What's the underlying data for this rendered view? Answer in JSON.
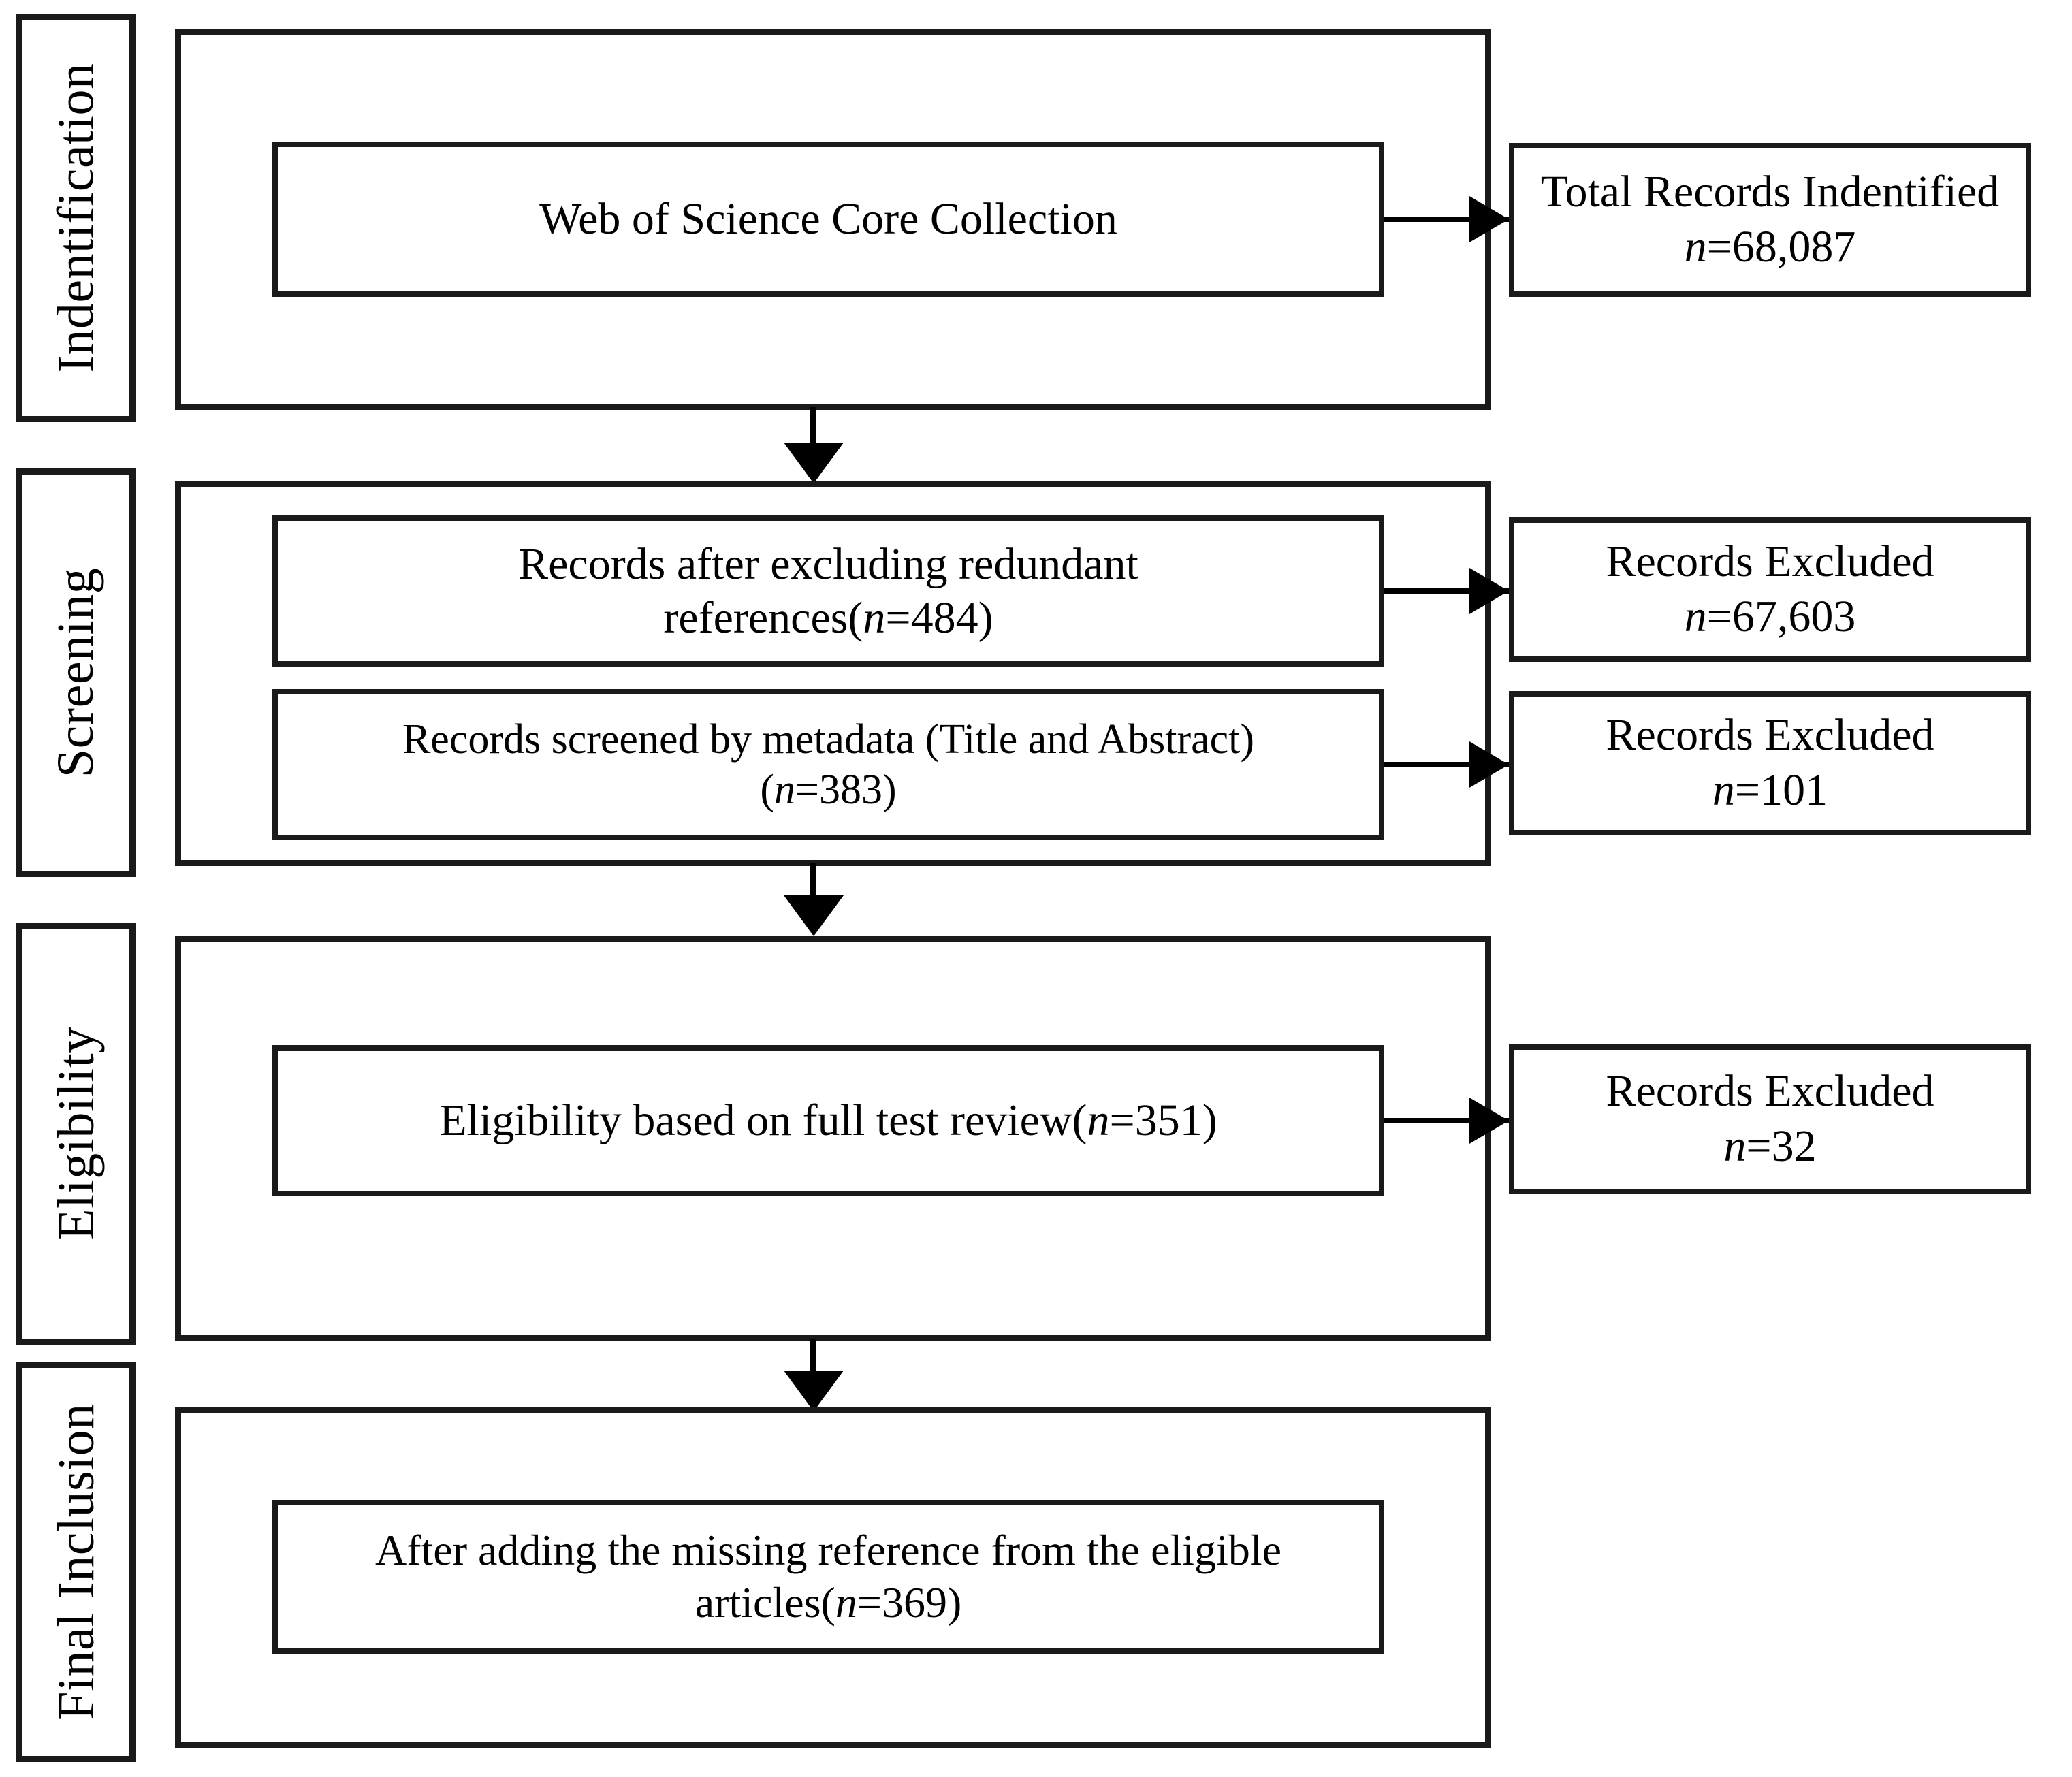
{
  "diagram": {
    "title": "PRISMA study selection flow diagram",
    "accent_color": "#1a1a1a",
    "background_color": "#ffffff"
  },
  "stages": [
    {
      "id": "identification",
      "label": "Indentification"
    },
    {
      "id": "screening",
      "label": "Screening"
    },
    {
      "id": "eligibility",
      "label": "Eligibility"
    },
    {
      "id": "final_inclusion",
      "label": "Final Inclusion"
    }
  ],
  "nodes": {
    "source": {
      "line1": "Web of Science Core Collection"
    },
    "total_identified": {
      "line1": "Total Records Indentified",
      "prefix": "n",
      "equals": "=",
      "value": "68,087"
    },
    "after_dedup": {
      "line1": "Records after excluding redundant",
      "line2_pre": "references(",
      "prefix": "n",
      "equals": "=",
      "value": "484",
      "line2_post": ")"
    },
    "excluded_dedup": {
      "line1": "Records Excluded",
      "prefix": "n",
      "equals": "=",
      "value": "67,603"
    },
    "screened_metadata": {
      "line1": "Records screened by metadata (Title and Abstract)",
      "line2_pre": "(",
      "prefix": "n",
      "equals": "=",
      "value": "383",
      "line2_post": ")"
    },
    "excluded_metadata": {
      "line1": "Records Excluded",
      "prefix": "n",
      "equals": "=",
      "value": "101"
    },
    "full_text_review": {
      "line1_pre": "Eligibility based on full test review(",
      "prefix": "n",
      "equals": "=",
      "value": "351",
      "line1_post": ")"
    },
    "excluded_full_text": {
      "line1": "Records Excluded",
      "prefix": "n",
      "equals": "=",
      "value": "32"
    },
    "final_included": {
      "line1": "After adding the missing reference from the eligible",
      "line2_pre": "articles(",
      "prefix": "n",
      "equals": "=",
      "value": "369",
      "line2_post": ")"
    }
  },
  "chart_data": {
    "type": "diagram",
    "title": "PRISMA flow of record identification, screening, eligibility and inclusion",
    "flow": [
      {
        "stage": "Indentification",
        "box": "Web of Science Core Collection",
        "out": "Total Records Indentified",
        "n": 68087
      },
      {
        "stage": "Screening",
        "box": "Records after excluding redundant references",
        "n": 484,
        "excluded_label": "Records Excluded",
        "excluded_n": 67603
      },
      {
        "stage": "Screening",
        "box": "Records screened by metadata (Title and Abstract)",
        "n": 383,
        "excluded_label": "Records Excluded",
        "excluded_n": 101
      },
      {
        "stage": "Eligibility",
        "box": "Eligibility based on full test review",
        "n": 351,
        "excluded_label": "Records Excluded",
        "excluded_n": 32
      },
      {
        "stage": "Final Inclusion",
        "box": "After adding the missing reference from the eligible articles",
        "n": 369
      }
    ]
  }
}
